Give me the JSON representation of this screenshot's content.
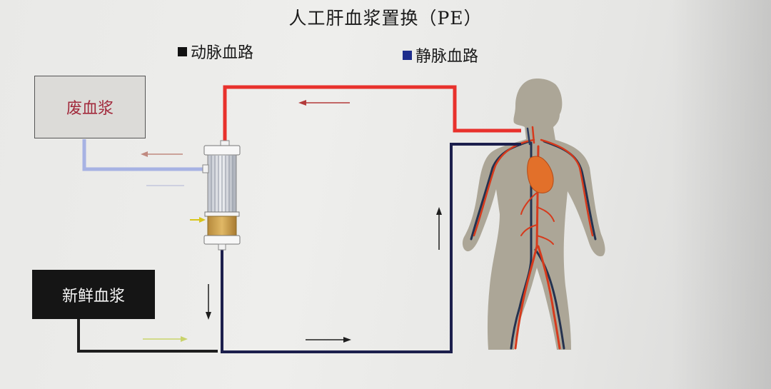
{
  "title": "人工肝血浆置换（PE）",
  "legend": {
    "arterial_label": "动脉血路",
    "venous_label": "静脉血路"
  },
  "boxes": {
    "waste_plasma": "废血浆",
    "fresh_plasma": "新鲜血浆"
  },
  "colors": {
    "arterial_line": "#e8312c",
    "venous_line": "#1c1f4c",
    "waste_line": "#a7b2e3",
    "fresh_line": "#1e1e1e",
    "waste_text": "#a22a3c",
    "body_silhouette": "#a9a292"
  }
}
